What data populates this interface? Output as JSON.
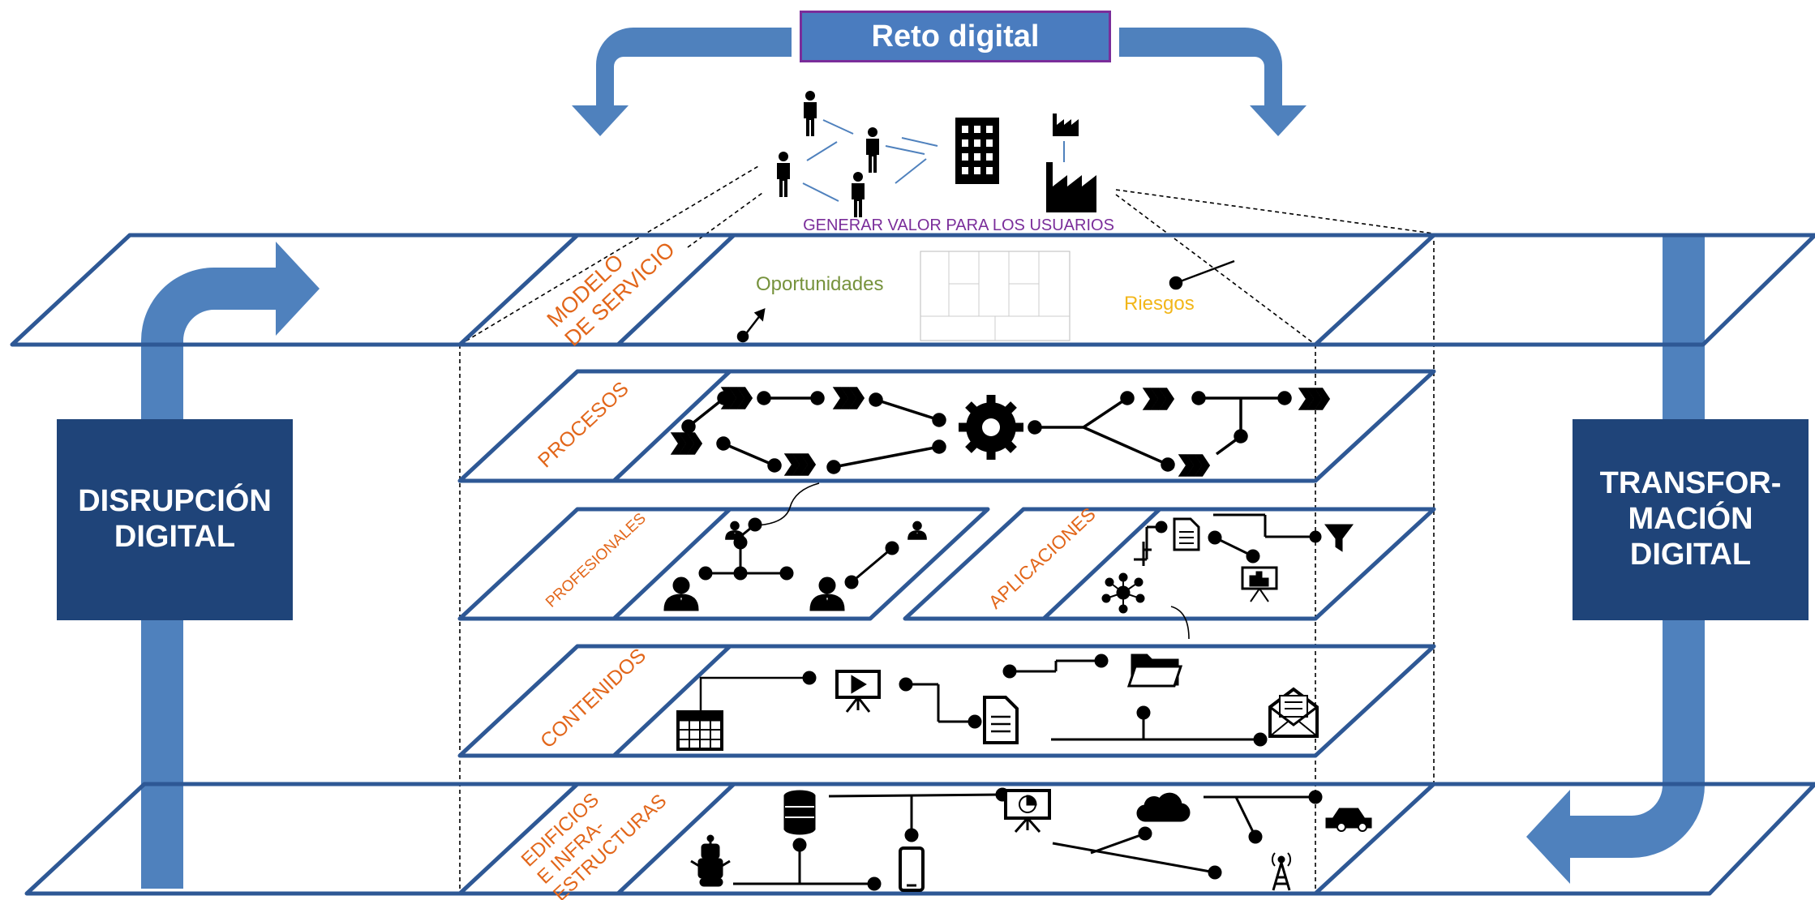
{
  "header": {
    "title": "Reto digital"
  },
  "value_caption": "GENERAR VALOR PARA LOS USUARIOS",
  "left_box": {
    "lines": [
      "DISRUPCIÓN",
      "DIGITAL"
    ]
  },
  "right_box": {
    "lines": [
      "TRANSFOR-",
      "MACIÓN",
      "DIGITAL"
    ]
  },
  "layers": {
    "service_model": {
      "label_lines": [
        "MODELO",
        "DE SERVICIO"
      ],
      "opportunities": "Oportunidades",
      "risks": "Riesgos"
    },
    "processes": {
      "label": "PROCESOS"
    },
    "professionals": {
      "label": "PROFESIONALES"
    },
    "applications": {
      "label": "APLICACIONES"
    },
    "contents": {
      "label": "CONTENIDOS"
    },
    "infrastructure": {
      "label_lines": [
        "EDIFICIOS",
        "E INFRA-",
        "ESTRUCTURAS"
      ]
    }
  },
  "colors": {
    "layer_stroke": "#2e5895",
    "arrow_blue": "#4f81bd",
    "side_box": "#1f4479",
    "label_orange": "#e2661a",
    "caption_purple": "#7a2d9a",
    "opportunity_green": "#76923c",
    "risk_yellow": "#f2b619"
  }
}
